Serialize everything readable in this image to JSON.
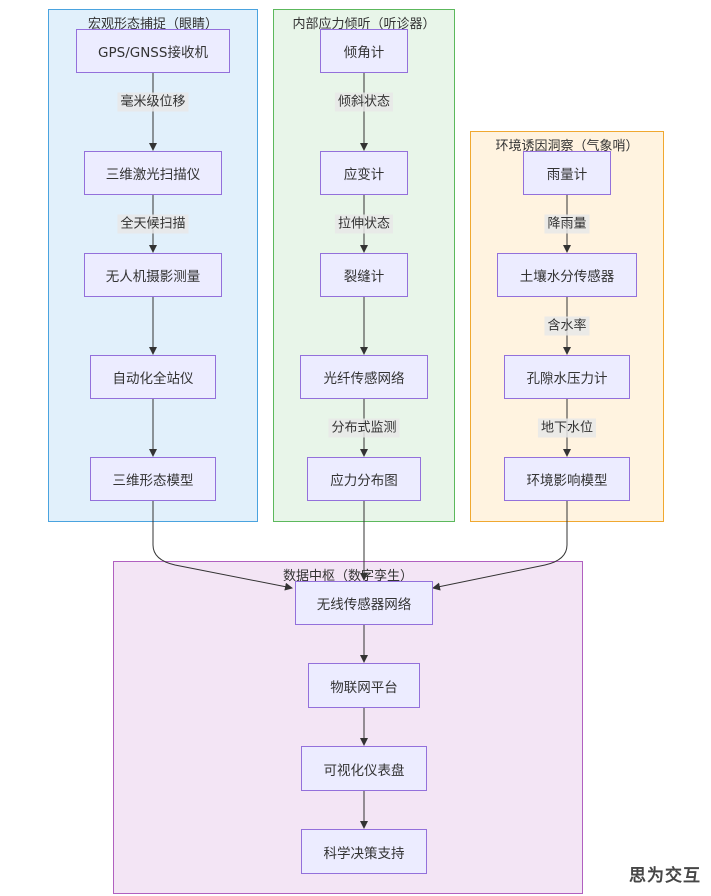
{
  "colors": {
    "node_fill": "#ececff",
    "node_border": "#9370db",
    "edge": "#333333",
    "macro_fill": "#e1f0fb",
    "macro_border": "#4aa3df",
    "internal_fill": "#e8f5e9",
    "internal_border": "#5cb85c",
    "env_fill": "#fff3e0",
    "env_border": "#f0a830",
    "data_fill": "#f3e5f5",
    "data_border": "#b060c0"
  },
  "clusters": {
    "macro": {
      "title": "宏观形态捕捉（眼睛）"
    },
    "internal": {
      "title": "内部应力倾听（听诊器）"
    },
    "env": {
      "title": "环境诱因洞察（气象哨）"
    },
    "data": {
      "title": "数据中枢（数字孪生）"
    }
  },
  "nodes": {
    "gps": "GPS/GNSS接收机",
    "laser": "三维激光扫描仪",
    "drone": "无人机摄影测量",
    "station": "自动化全站仪",
    "model3d": "三维形态模型",
    "tilt": "倾角计",
    "strain": "应变计",
    "crack": "裂缝计",
    "fiber": "光纤传感网络",
    "stressmap": "应力分布图",
    "rain": "雨量计",
    "soil": "土壤水分传感器",
    "pore": "孔隙水压力计",
    "envmodel": "环境影响模型",
    "wsn": "无线传感器网络",
    "iot": "物联网平台",
    "dash": "可视化仪表盘",
    "decision": "科学决策支持"
  },
  "edge_labels": {
    "gps_laser": "毫米级位移",
    "laser_drone": "全天候扫描",
    "tilt_strain": "倾斜状态",
    "strain_crack": "拉伸状态",
    "fiber_stressmap": "分布式监测",
    "rain_soil": "降雨量",
    "soil_pore": "含水率",
    "pore_envmodel": "地下水位"
  },
  "watermark": "思为交互"
}
